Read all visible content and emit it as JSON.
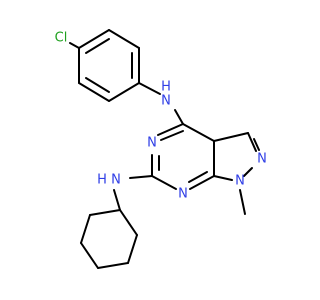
{
  "atoms": {
    "chlorine": {
      "label": "Cl",
      "color": "#1fa01f"
    },
    "amine_n_aryl": {
      "label": "N",
      "sub": "H",
      "color": "#2f3ee6"
    },
    "pyrimidine_n3": {
      "label": "N",
      "color": "#2f3ee6"
    },
    "pyrimidine_n1": {
      "label": "N",
      "color": "#2f3ee6"
    },
    "pyrazole_n2": {
      "label": "N",
      "color": "#2f3ee6"
    },
    "pyrazole_n1": {
      "label": "N",
      "color": "#2f3ee6"
    },
    "amine_n_cyclohexyl": {
      "label": "N",
      "sub": "H",
      "color": "#2f3ee6"
    }
  },
  "bond_color": "#000000"
}
